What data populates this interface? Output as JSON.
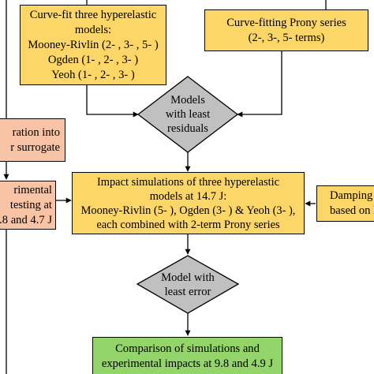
{
  "diagram": {
    "colors": {
      "yellow": "#fcd667",
      "peach": "#f9c3a5",
      "green": "#93d46b",
      "diamond": "#c0c0c0",
      "line": "#000000"
    },
    "hyperelastic_fit": {
      "lines": [
        "Curve-fit three hyperelastic",
        "models:",
        "Mooney-Rivlin (2- , 3- , 5- )",
        "Ogden (1- , 2- , 3- )",
        "Yeoh (1- , 2- , 3- )"
      ]
    },
    "prony_fit": {
      "lines": [
        "Curve-fitting Prony series",
        "(2-, 3-, 5- terms)"
      ]
    },
    "decision_residuals": {
      "lines": [
        "Models",
        "with least",
        "residuals"
      ]
    },
    "integration": {
      "lines": [
        "ration into",
        "r surrogate"
      ]
    },
    "experimental_testing": {
      "lines": [
        "rimental",
        "testing at",
        ".8 and 4.7 J"
      ]
    },
    "impact_simulations": {
      "lines": [
        "Impact simulations of three hyperelastic",
        "models at 14.7 J:",
        "Mooney-Rivlin (5- ), Ogden (3- ) & Yeoh (3- ),",
        "each combined with 2-term Prony series"
      ]
    },
    "damping": {
      "lines": [
        "Damping",
        "based on l"
      ]
    },
    "decision_error": {
      "lines": [
        "Model with",
        "least error"
      ]
    },
    "comparison": {
      "lines": [
        "Comparison of simulations and",
        "experimental impacts at 9.8 and 4.9 J"
      ]
    }
  }
}
